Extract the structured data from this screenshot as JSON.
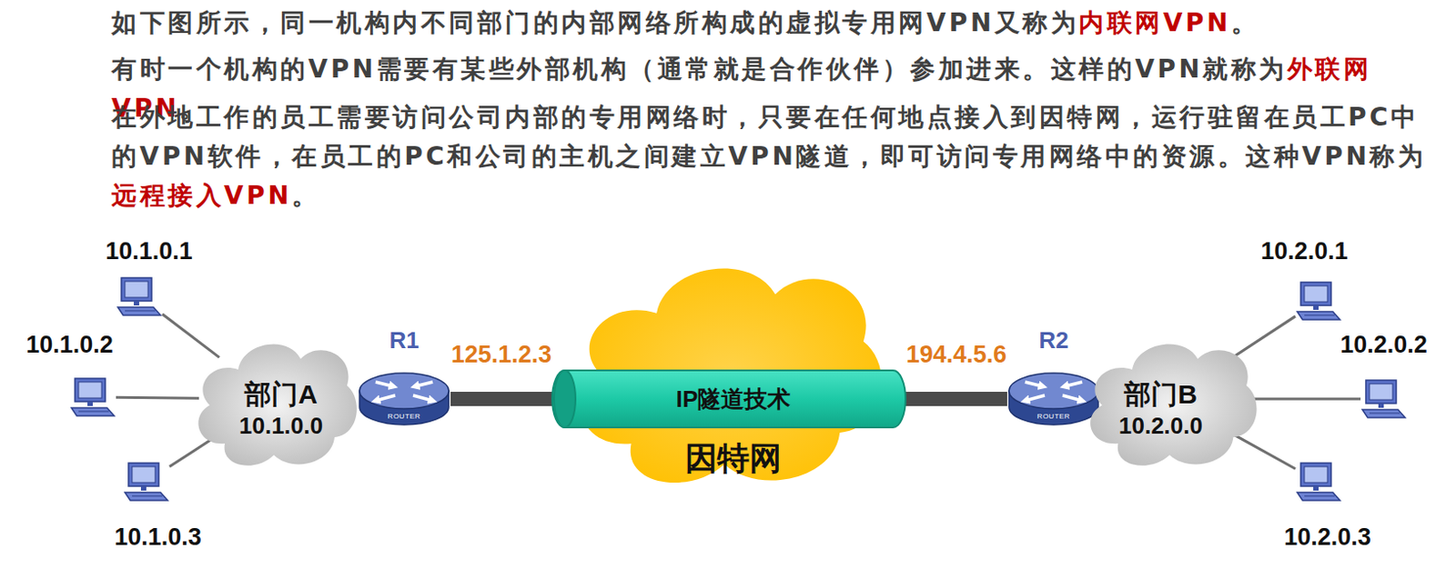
{
  "diagram": {
    "nodes": [
      {
        "text": [
          "部门A",
          "10.1.0.0"
        ]
      },
      {
        "text": [
          "10.1.0.1"
        ]
      },
      {
        "text": [
          "10.1.0.2"
        ]
      },
      {
        "text": [
          "10.1.0.3"
        ]
      },
      {
        "text": [
          "R1",
          "ROUTER"
        ]
      },
      {
        "text": [
          "因特网"
        ]
      },
      {
        "text": [
          "IP隧道技术"
        ]
      },
      {
        "text": [
          "R2",
          "ROUTER"
        ]
      },
      {
        "text": [
          "部门B",
          "10.2.0.0"
        ]
      },
      {
        "text": [
          "10.2.0.1"
        ]
      },
      {
        "text": [
          "10.2.0.2"
        ]
      },
      {
        "text": [
          "10.2.0.3"
        ]
      }
    ],
    "edges": [
      {
        "from": 1,
        "to": 0,
        "arrow": "none"
      },
      {
        "from": 2,
        "to": 0,
        "arrow": "none"
      },
      {
        "from": 3,
        "to": 0,
        "arrow": "none"
      },
      {
        "from": 4,
        "to": 6,
        "label": "125.1.2.3",
        "arrow": "none"
      },
      {
        "from": 6,
        "to": 7,
        "label": "194.4.5.6",
        "arrow": "none"
      },
      {
        "from": 8,
        "to": 9,
        "arrow": "none"
      },
      {
        "from": 8,
        "to": 10,
        "arrow": "none"
      },
      {
        "from": 8,
        "to": 11,
        "arrow": "none"
      }
    ],
    "labels": [
      "如下图所示，同一机构内不同部门的内部网络所构成的虚拟专用网VPN又称为",
      "内联网VPN",
      "。",
      "有时一个机构的VPN需要有某些外部机构（通常就是合作伙伴）参加进来。这样的VPN就称为",
      "外联网VPN",
      "。",
      "在外地工作的员工需要访问公司内部的专用网络时，只要在任何地点接入到因特网，运行驻留在员工PC中的VPN软件，在员工的PC和公司的主机之间建立VPN隧道，即可访问专用网络中的资源。这种VPN称为",
      "远程接入VPN",
      "。"
    ]
  }
}
